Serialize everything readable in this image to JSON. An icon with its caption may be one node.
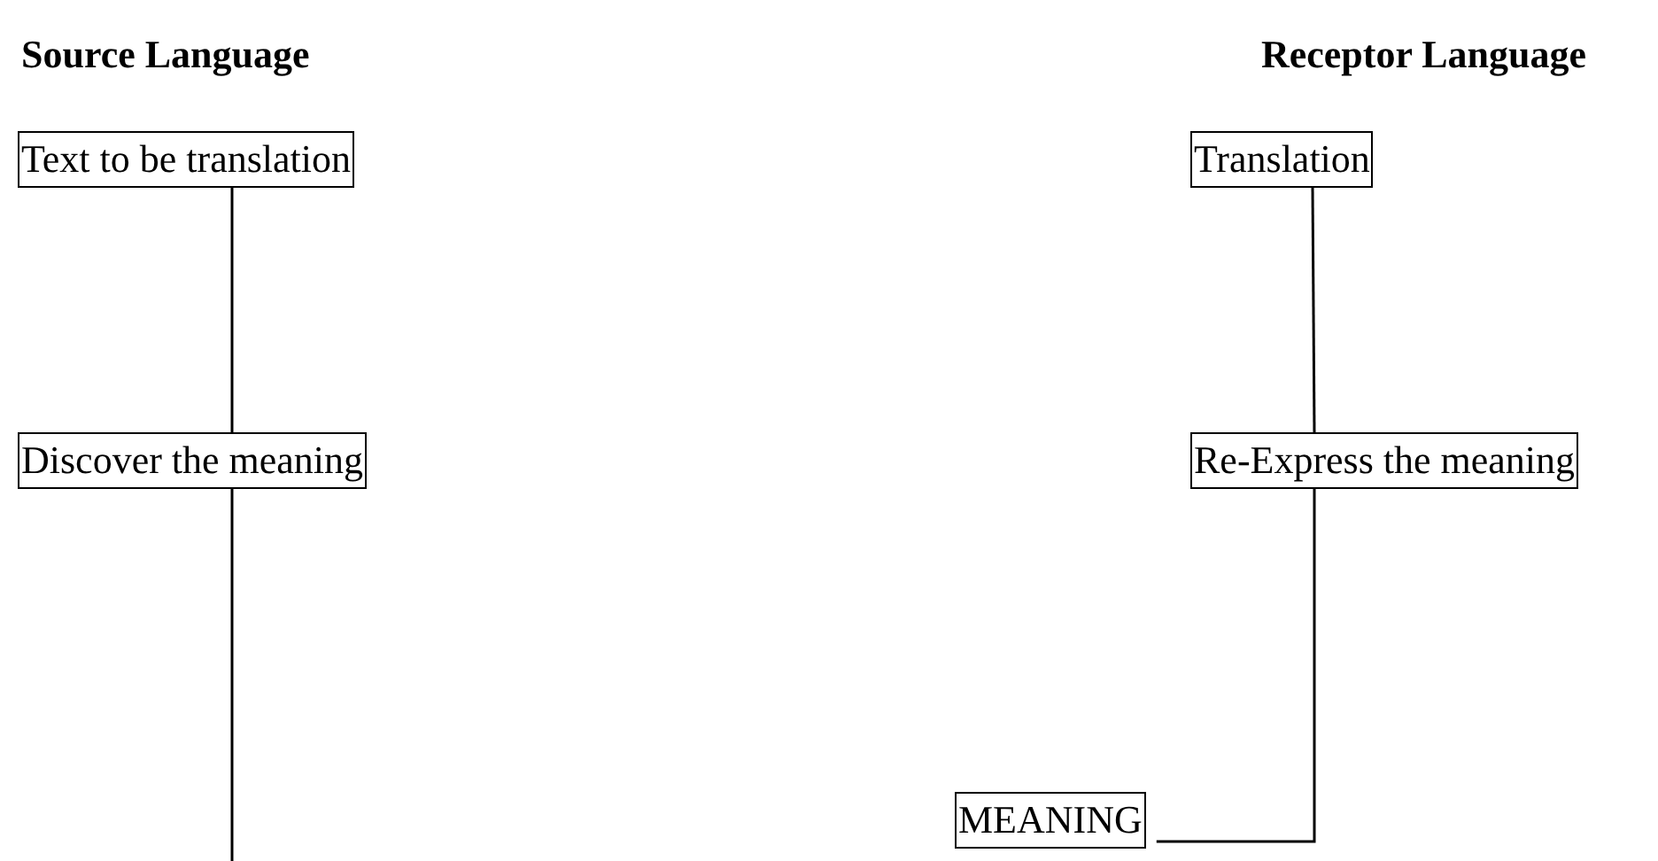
{
  "diagram": {
    "nodes": [
      {
        "text": [
          "Text to be translation"
        ]
      },
      {
        "text": [
          "Translation"
        ]
      },
      {
        "text": [
          "Discover the meaning"
        ]
      },
      {
        "text": [
          "Re-Express the meaning"
        ]
      },
      {
        "text": [
          "MEANING"
        ]
      }
    ],
    "edges": [
      {
        "from": 0,
        "to": 2,
        "arrow": "none"
      },
      {
        "from": 1,
        "to": 3,
        "arrow": "none"
      },
      {
        "from": 3,
        "to": 4,
        "arrow": "none"
      },
      {
        "from": 2,
        "to": null,
        "arrow": "none"
      }
    ],
    "labels": [
      "Source Language",
      "Receptor Language"
    ]
  }
}
